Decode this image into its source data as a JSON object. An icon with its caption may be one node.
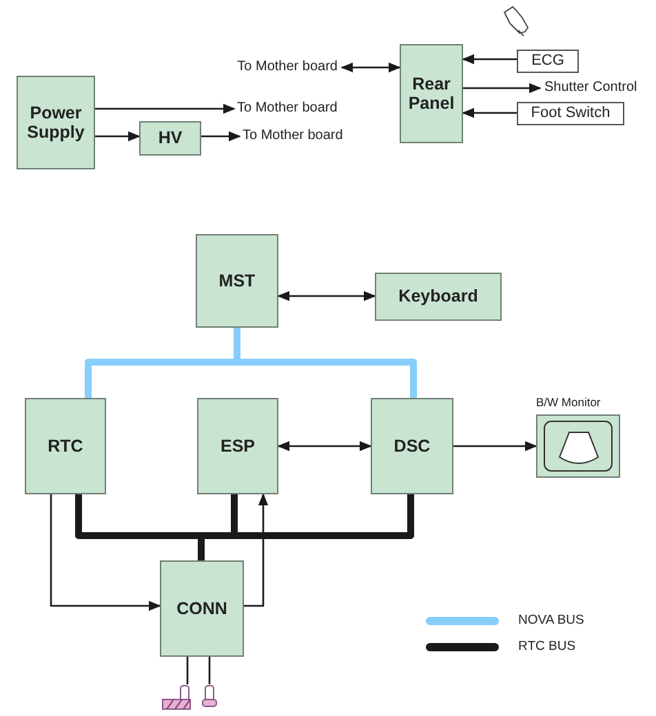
{
  "diagram": {
    "nodes": [
      {
        "text": [
          "Power Supply"
        ]
      },
      {
        "text": [
          "HV"
        ]
      },
      {
        "text": [
          "To Mother board"
        ]
      },
      {
        "text": [
          "To Mother board"
        ]
      },
      {
        "text": [
          "Rear Panel"
        ]
      },
      {
        "text": [
          "To Mother board"
        ]
      },
      {
        "text": [
          "ECG"
        ]
      },
      {
        "text": [
          "Shutter Control"
        ]
      },
      {
        "text": [
          "Foot Switch"
        ]
      },
      {
        "text": [
          "MST"
        ]
      },
      {
        "text": [
          "Keyboard"
        ]
      },
      {
        "text": [
          "RTC"
        ]
      },
      {
        "text": [
          "ESP"
        ]
      },
      {
        "text": [
          "DSC"
        ]
      },
      {
        "text": [],
        "shape": "picture",
        "beside": [
          "B/W Monitor"
        ]
      },
      {
        "text": [
          "CONN"
        ]
      },
      {
        "text": [],
        "shape": "picture"
      },
      {
        "text": [],
        "shape": "picture"
      }
    ],
    "edges": [
      {
        "from": 0,
        "to": 2,
        "arrow": "to"
      },
      {
        "from": 0,
        "to": 1,
        "arrow": "to"
      },
      {
        "from": 1,
        "to": 3,
        "arrow": "to"
      },
      {
        "from": 5,
        "to": 4,
        "arrow": "both"
      },
      {
        "from": 6,
        "to": 4,
        "arrow": "to"
      },
      {
        "from": 4,
        "to": 7,
        "arrow": "to"
      },
      {
        "from": 8,
        "to": 4,
        "arrow": "to"
      },
      {
        "from": 9,
        "to": 10,
        "arrow": "both"
      },
      {
        "from": 9,
        "to": 11,
        "arrow": "none",
        "style": "thick",
        "color": "#87cefa"
      },
      {
        "from": 9,
        "to": 13,
        "arrow": "none",
        "style": "thick",
        "color": "#87cefa"
      },
      {
        "from": 12,
        "to": 13,
        "arrow": "both"
      },
      {
        "from": 13,
        "to": 14,
        "arrow": "to"
      },
      {
        "from": 11,
        "to": 15,
        "arrow": "none",
        "style": "thick"
      },
      {
        "from": 12,
        "to": 15,
        "arrow": "none",
        "style": "thick"
      },
      {
        "from": 13,
        "to": 15,
        "arrow": "none",
        "style": "thick"
      },
      {
        "from": 11,
        "to": 15,
        "arrow": "to"
      },
      {
        "from": 15,
        "to": 12,
        "arrow": "to"
      },
      {
        "from": 15,
        "to": 16,
        "arrow": "none"
      },
      {
        "from": 15,
        "to": 17,
        "arrow": "none"
      }
    ],
    "legend": [
      {
        "text": "NOVA BUS",
        "color": "#87cefa"
      },
      {
        "text": "RTC BUS",
        "color": "#1a1a1a"
      }
    ]
  }
}
